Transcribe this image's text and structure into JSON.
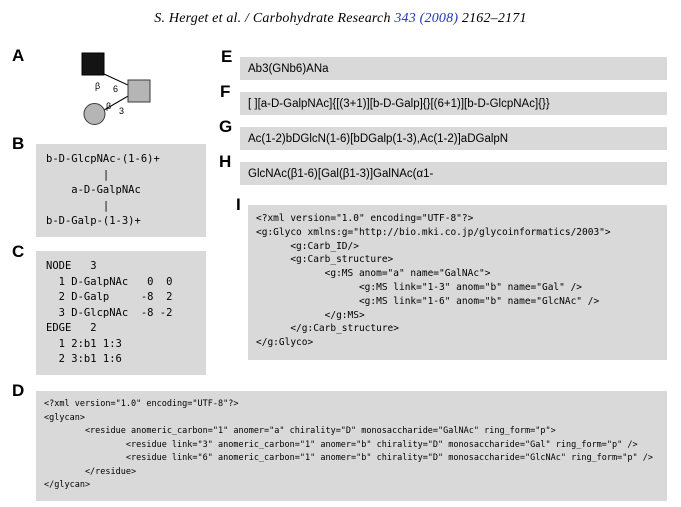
{
  "header": {
    "citation_prefix": "S. Herget et al. / Carbohydrate Research ",
    "citation_volume": "343 (2008)",
    "citation_pages": " 2162–2171"
  },
  "figure": {
    "colors": {
      "box_gray": "#d9d9d9",
      "link_blue": "#2233bb",
      "symbol_black": "#141414",
      "symbol_gray": "#b5b5b5"
    },
    "panel_a": {
      "label": "A",
      "diagram": {
        "top_anomer": "β",
        "top_linkage": "6",
        "bottom_anomer": "β",
        "bottom_linkage": "3",
        "black_square_residue": "GlcNAc",
        "gray_square_residue": "GalNAc",
        "gray_circle_residue": "Gal",
        "square_black": "#141414",
        "shape_gray": "#b5b5b5"
      }
    },
    "panel_b": {
      "label": "B",
      "lines": [
        "b-D-GlcpNAc-(1-6)+",
        "         |",
        "    a-D-GalpNAc",
        "         |",
        "b-D-Galp-(1-3)+"
      ]
    },
    "panel_c": {
      "label": "C",
      "lines": [
        "NODE   3",
        "  1 D-GalpNAc   0  0",
        "  2 D-Galp     -8  2",
        "  3 D-GlcpNAc  -8 -2",
        "EDGE   2",
        "  1 2:b1 1:3",
        "  2 3:b1 1:6"
      ]
    },
    "panel_d": {
      "label": "D",
      "lines": [
        "<?xml version=\"1.0\" encoding=\"UTF-8\"?>",
        "<glycan>",
        "        <residue anomeric_carbon=\"1\" anomer=\"a\" chirality=\"D\" monosaccharide=\"GalNAc\" ring_form=\"p\">",
        "                <residue link=\"3\" anomeric_carbon=\"1\" anomer=\"b\" chirality=\"D\" monosaccharide=\"Gal\" ring_form=\"p\" />",
        "                <residue link=\"6\" anomeric_carbon=\"1\" anomer=\"b\" chirality=\"D\" monosaccharide=\"GlcNAc\" ring_form=\"p\" />",
        "        </residue>",
        "</glycan>"
      ]
    },
    "panel_e": {
      "label": "E",
      "text": "Ab3(GNb6)ANa"
    },
    "panel_f": {
      "label": "F",
      "text": "[ ][a-D-GalpNAc]{[(3+1)][b-D-Galp]{}[(6+1)][b-D-GlcpNAc]{}}"
    },
    "panel_g": {
      "label": "G",
      "text": "Ac(1-2)bDGlcN(1-6)[bDGalp(1-3),Ac(1-2)]aDGalpN"
    },
    "panel_h": {
      "label": "H",
      "text": "GlcNAc(β1-6)[Gal(β1-3)]GalNAc(α1-"
    },
    "panel_i": {
      "label": "I",
      "lines": [
        "<?xml version=\"1.0\" encoding=\"UTF-8\"?>",
        "<g:Glyco xmlns:g=\"http://bio.mki.co.jp/glycoinformatics/2003\">",
        "      <g:Carb_ID/>",
        "      <g:Carb_structure>",
        "            <g:MS anom=\"a\" name=\"GalNAc\">",
        "                  <g:MS link=\"1-3\" anom=\"b\" name=\"Gal\" />",
        "                  <g:MS link=\"1-6\" anom=\"b\" name=\"GlcNAc\" />",
        "            </g:MS>",
        "      </g:Carb_structure>",
        "</g:Glyco>"
      ]
    }
  }
}
